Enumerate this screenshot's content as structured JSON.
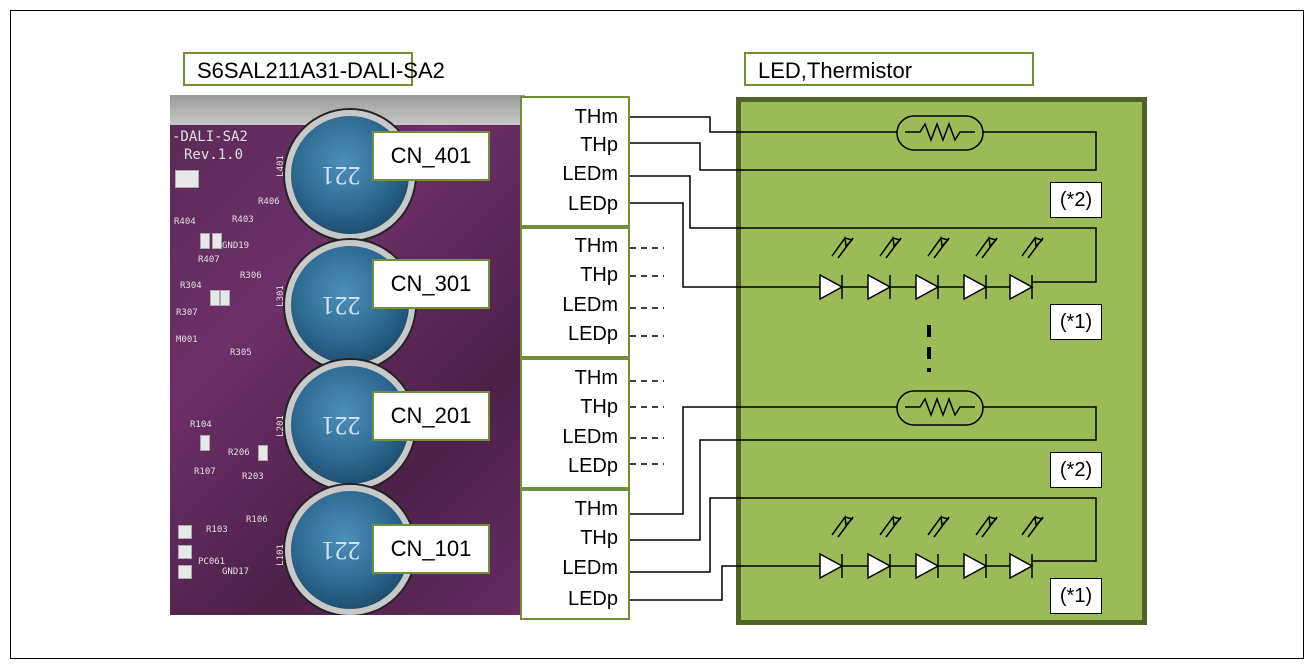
{
  "titles": {
    "board": "S6SAL211A31-DALI-SA2",
    "led_panel": "LED,Thermistor"
  },
  "board_silkscreen": {
    "name": "-DALI-SA2",
    "rev": "Rev.1.0",
    "coil_marking": "221",
    "refs": [
      "R406",
      "R404",
      "R403",
      "GND19",
      "R407",
      "R306",
      "R304",
      "R307",
      "M001",
      "R305",
      "R104",
      "R206",
      "R107",
      "R203",
      "R103",
      "R106",
      "PC061",
      "GND17",
      "L101",
      "L201",
      "L301",
      "L401"
    ]
  },
  "connectors": [
    {
      "label": "CN_401",
      "pins": [
        "THm",
        "THp",
        "LEDm",
        "LEDp"
      ]
    },
    {
      "label": "CN_301",
      "pins": [
        "THm",
        "THp",
        "LEDm",
        "LEDp"
      ]
    },
    {
      "label": "CN_201",
      "pins": [
        "THm",
        "THp",
        "LEDm",
        "LEDp"
      ]
    },
    {
      "label": "CN_101",
      "pins": [
        "THm",
        "THp",
        "LEDm",
        "LEDp"
      ]
    }
  ],
  "notes": {
    "thermistor": "(*2)",
    "led_string": "(*1)"
  },
  "colors": {
    "panel_fill": "#9bbb59",
    "panel_border": "#4f6228",
    "label_border": "#6f8f3a",
    "board": "#5a2a55",
    "coil": "#2e6a93"
  }
}
